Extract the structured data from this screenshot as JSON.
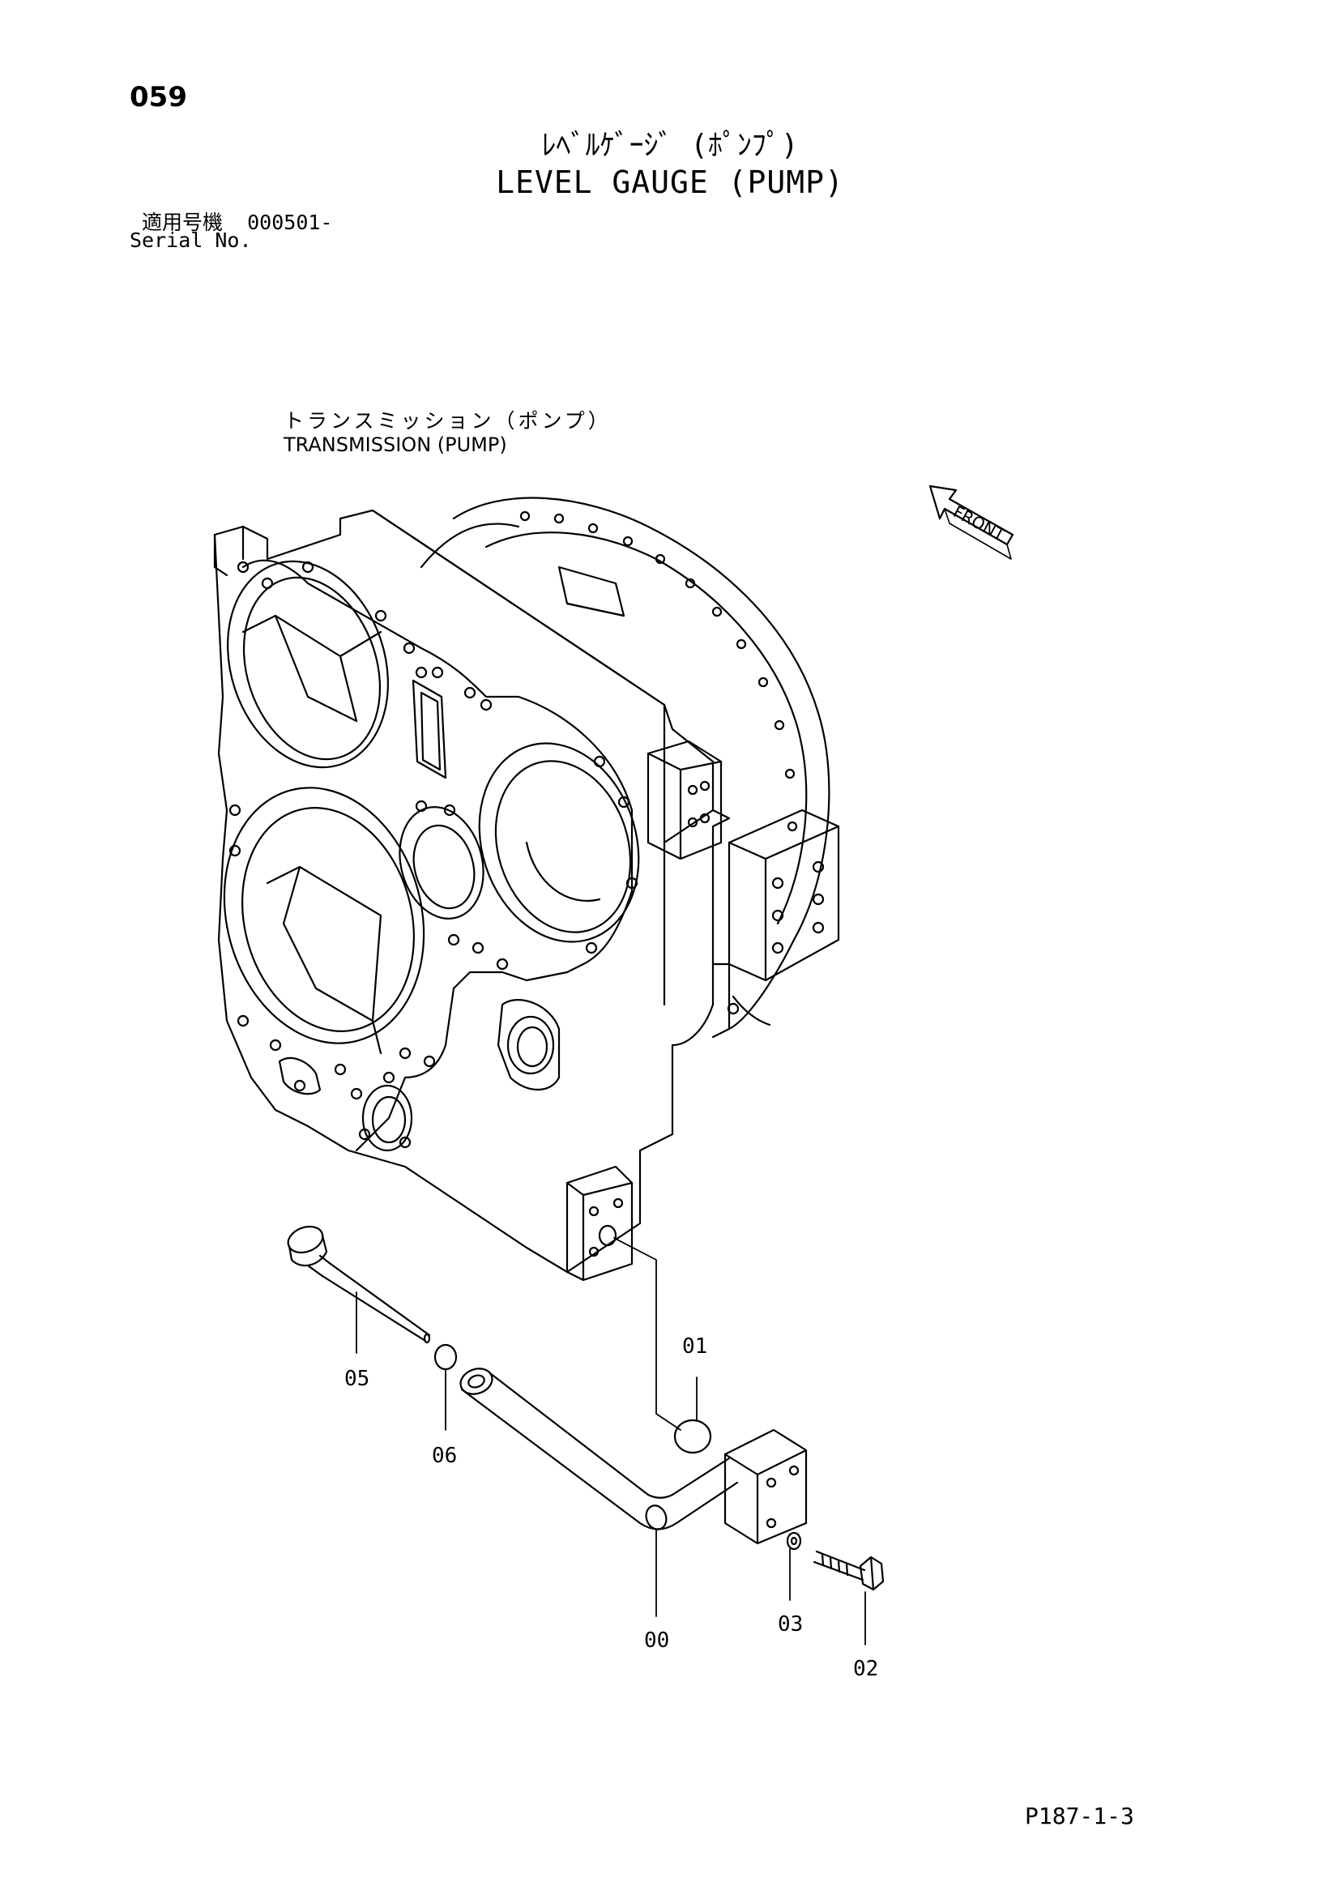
{
  "page_number": "059",
  "title_jp": "ﾚﾍﾞﾙｹﾞｰｼﾞ (ﾎﾟﾝﾌﾟ)",
  "title_en": "LEVEL GAUGE (PUMP)",
  "serial_label_jp": "適用号機",
  "serial_value": "000501-",
  "serial_label_en": "Serial No.",
  "assembly_jp": "トランスミッション（ポンプ）",
  "assembly_en": "TRANSMISSION (PUMP)",
  "front_label": "FRONT",
  "callouts": [
    "01",
    "05",
    "06",
    "00",
    "03",
    "02"
  ],
  "page_ref": "P187-1-3"
}
